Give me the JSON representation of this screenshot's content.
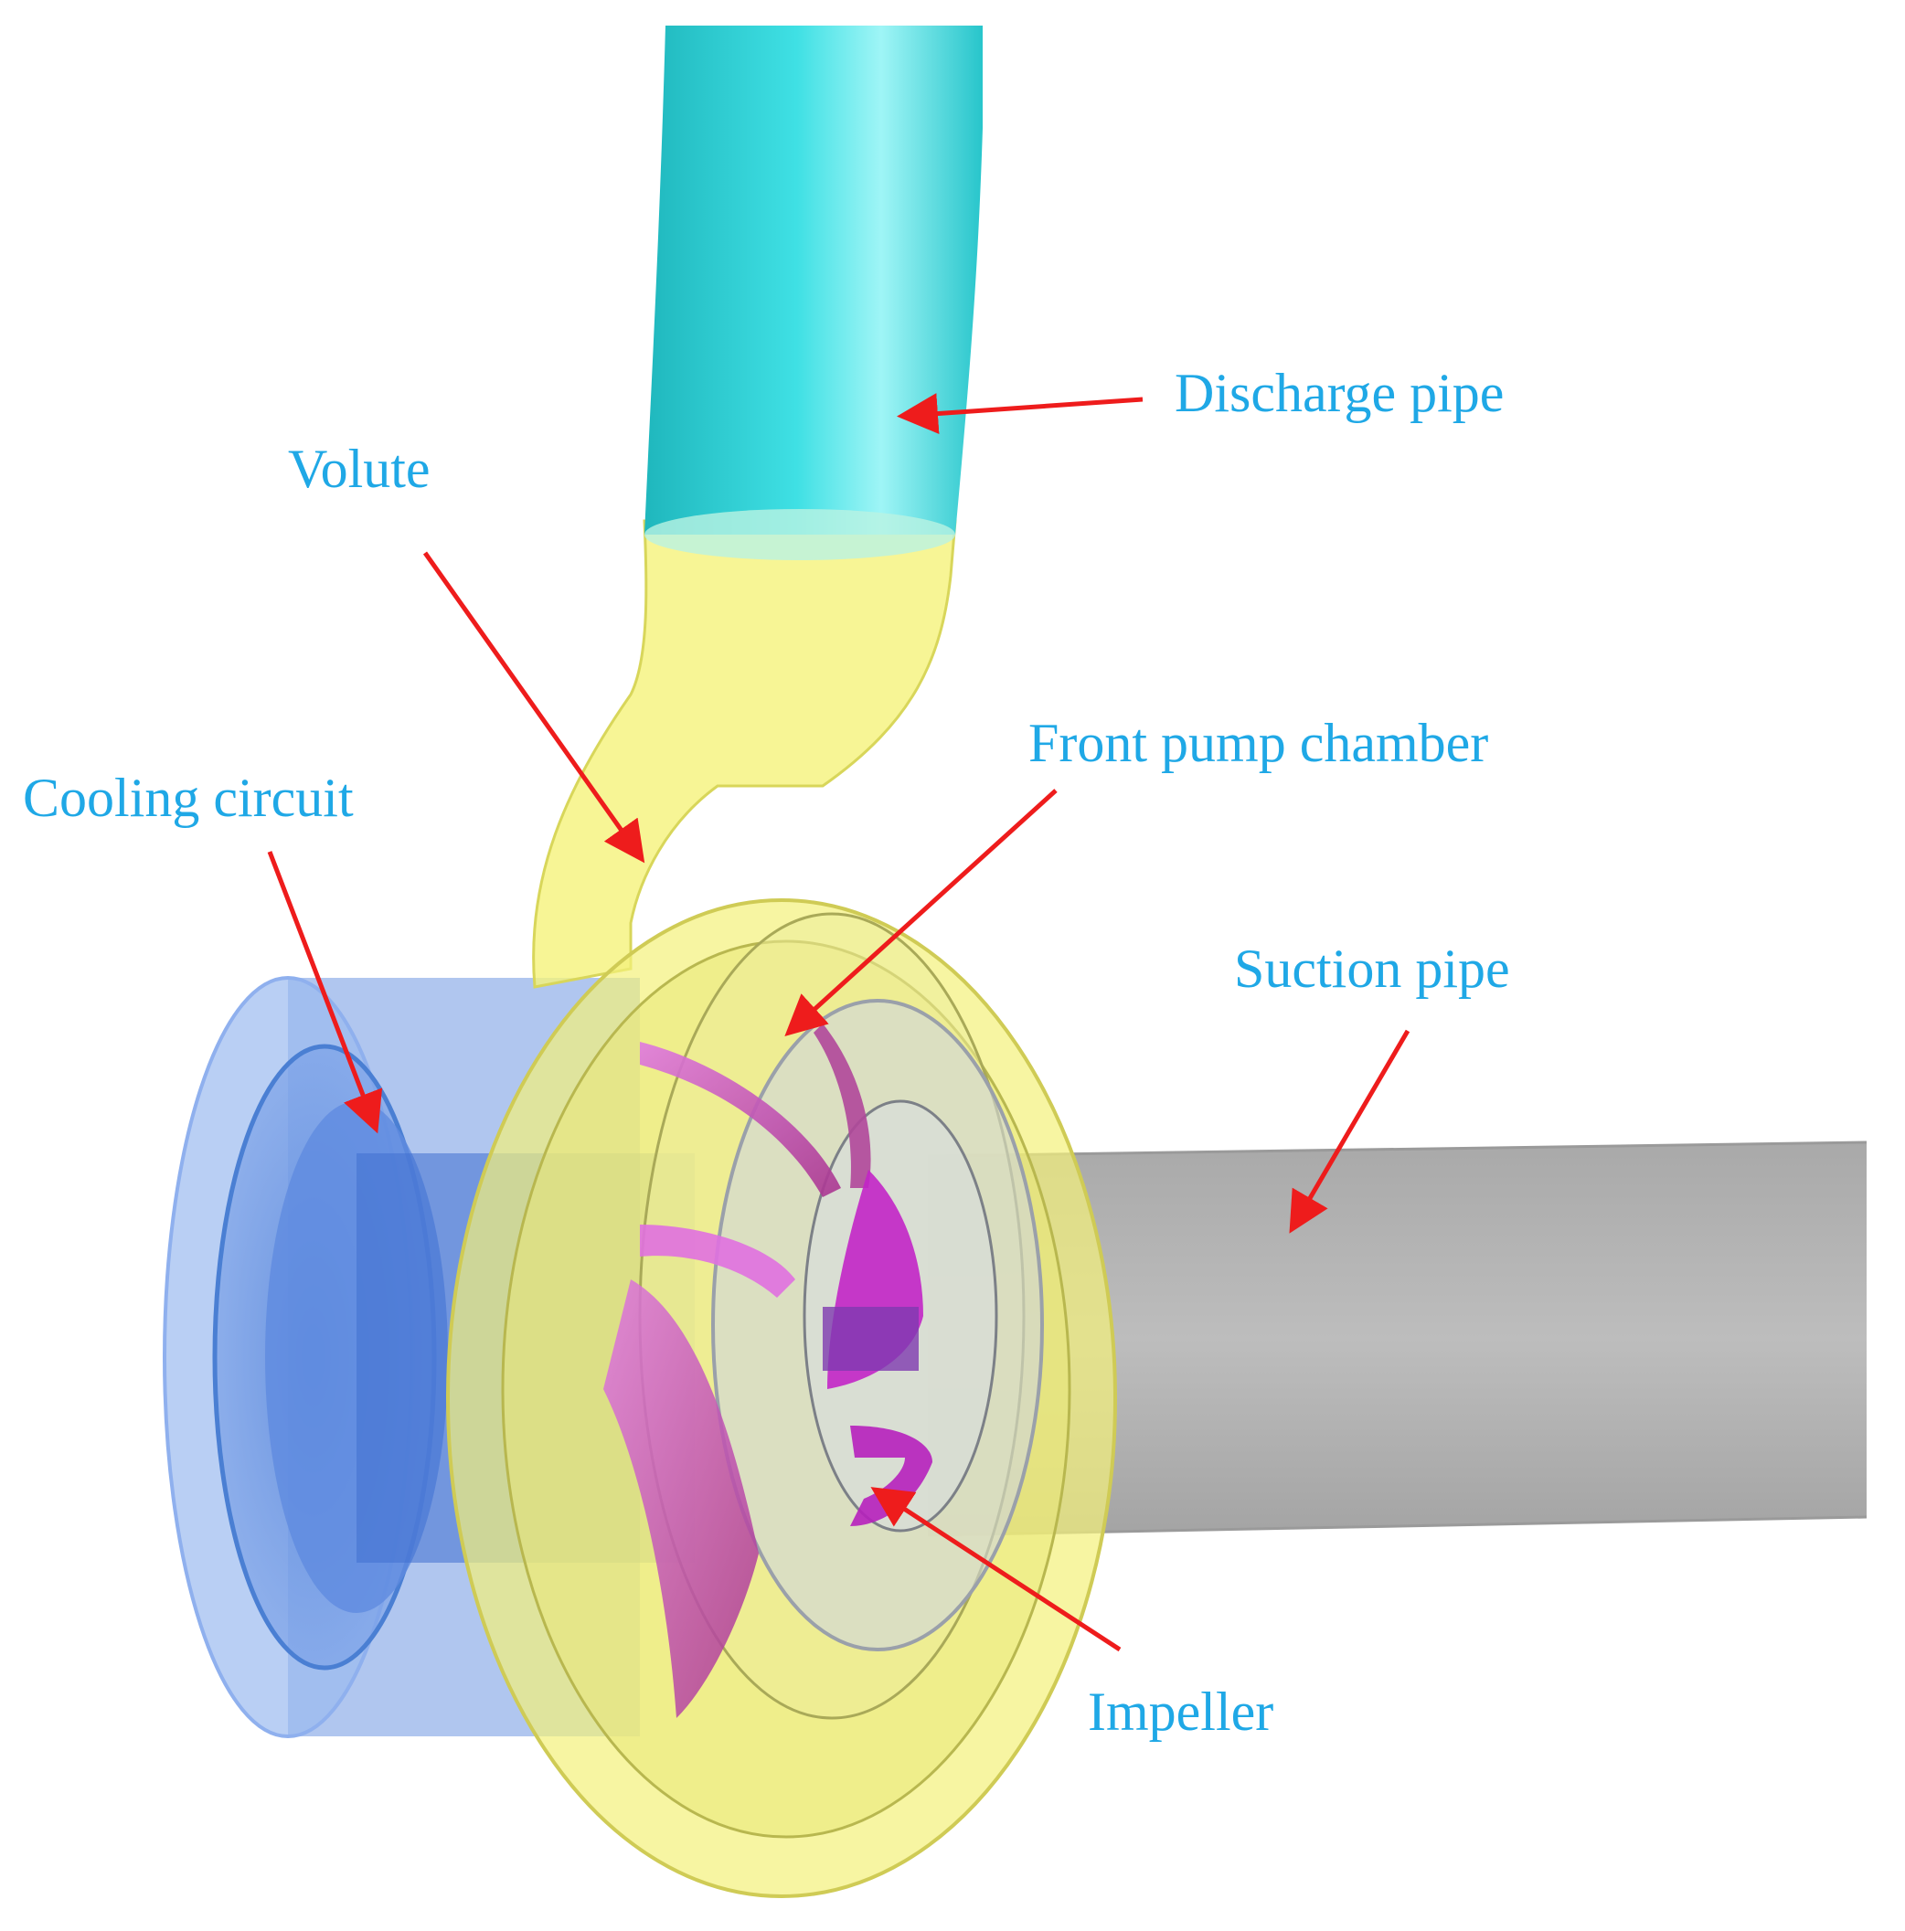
{
  "labels": {
    "discharge_pipe": "Discharge pipe",
    "volute": "Volute",
    "front_pump_chamber": "Front pump chamber",
    "cooling_circuit": "Cooling circuit",
    "suction_pipe": "Suction pipe",
    "impeller": "Impeller"
  },
  "colors": {
    "label_text": "#1fa8e6",
    "arrow": "#ee1c1c",
    "discharge_pipe": "#2ed3d8",
    "volute": "#f3f06a",
    "cooling_circuit": "#5f8ee0",
    "suction_pipe": "#b4b4b4",
    "impeller": "#d34fd6",
    "front_pump_chamber": "#c9cfd8"
  }
}
